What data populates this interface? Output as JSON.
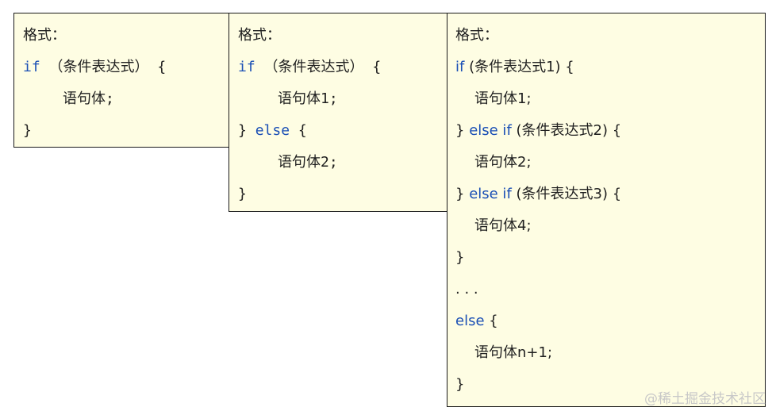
{
  "box1": {
    "format_label": "格式：",
    "if_kw": "if",
    "cond": " （条件表达式） {",
    "body": "语句体;",
    "close": "}"
  },
  "box2": {
    "format_label": "格式：",
    "if_kw": "if",
    "cond": " （条件表达式） {",
    "body1": "语句体1;",
    "close_brace": "} ",
    "else_kw": "else",
    "open_brace": " {",
    "body2": "语句体2;",
    "close": "}"
  },
  "box3": {
    "format_label": "格式：",
    "if_kw": "if",
    "cond1": " (条件表达式1) {",
    "body1": "语句体1;",
    "close1": "} ",
    "elseif_kw1": "else if",
    "cond2": " (条件表达式2) {",
    "body2": "语句体2;",
    "close2": "} ",
    "elseif_kw2": "else if",
    "cond3": " (条件表达式3) {",
    "body4": "语句体4;",
    "close3": "}",
    "ellipsis": ". . .",
    "else_kw": "else",
    "open_else": " {",
    "bodyn": "语句体n+1;",
    "close_final": "}"
  },
  "watermark": "@稀土掘金技术社区",
  "colors": {
    "box_background": "#fefde3",
    "keyword": "#1a4fb5",
    "text": "#1f1f1f",
    "border": "#1a1a1a"
  }
}
